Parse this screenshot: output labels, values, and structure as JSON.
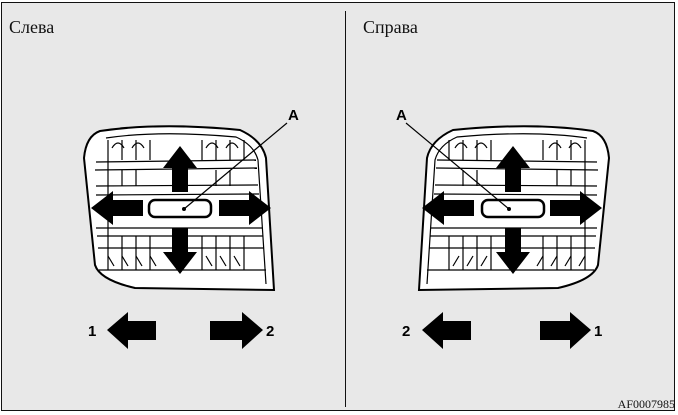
{
  "panels": {
    "left": {
      "title": "Слева",
      "label_a": "A",
      "dir_left_num": "1",
      "dir_right_num": "2"
    },
    "right": {
      "title": "Справа",
      "label_a": "A",
      "dir_left_num": "2",
      "dir_right_num": "1"
    }
  },
  "figure_code": "AF0007985",
  "colors": {
    "background": "#e8e8e8",
    "ink": "#000000",
    "vent_face": "#ffffff"
  },
  "icons": [
    "air-vent-icon",
    "arrow-up-icon",
    "arrow-down-icon",
    "arrow-left-icon",
    "arrow-right-icon"
  ]
}
